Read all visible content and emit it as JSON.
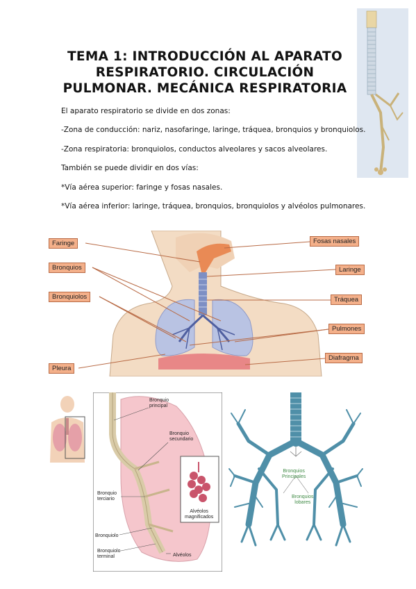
{
  "title": "TEMA 1: INTRODUCCIÓN AL APARATO RESPIRATORIO. CIRCULACIÓN PULMONAR. MECÁNICA RESPIRATORIA",
  "title_lines": [
    "TEMA 1: INTRODUCCIÓN AL APARATO",
    "RESPIRATORIO. CIRCULACIÓN",
    "PULMONAR. MECÁNICA RESPIRATORIA"
  ],
  "paragraphs": [
    "El aparato respiratorio se divide en dos zonas:",
    "-Zona de conducción: nariz, nasofaringe, laringe, tráquea, bronquios y bronquiolos.",
    "-Zona respiratoria: bronquiolos, conductos alveolares y sacos alveolares.",
    "También se puede dividir en dos vías:",
    "*Vía aérea superior: faringe y fosas nasales.",
    "*Vía aérea inferior: laringe, tráquea, bronquios, bronquiolos y alvéolos pulmonares."
  ],
  "diagram_labels": {
    "faringe": "Faringe",
    "bronquios": "Bronquios",
    "bronquiolos": "Bronquiolos",
    "pleura": "Pleura",
    "fosas_nasales": "Fosas nasales",
    "laringe": "Laringe",
    "traquea": "Tráquea",
    "pulmones": "Pulmones",
    "diafragma": "Diafragma"
  },
  "lung_labels": {
    "bronquio_principal": [
      "Bronquio",
      "principal"
    ],
    "bronquio_secundario": [
      "Bronquio",
      "secundario"
    ],
    "bronquio_terciario": [
      "Bronquio",
      "terciario"
    ],
    "bronquiolo": "Bronquiolo",
    "bronquiolo_terminal": [
      "Bronquiolo",
      "terminal"
    ],
    "alveolos": "Alvéolos",
    "alveolos_magnificados": [
      "Alvéolos",
      "magnificados"
    ]
  },
  "tree_labels": {
    "principales": [
      "Bronquios",
      "Principales"
    ],
    "lobares": [
      "Bronquios",
      "lobares"
    ]
  },
  "colors": {
    "label_fill": "#f4b08a",
    "skin": "#f3dcc4",
    "lung_blue": "#b9c3e3",
    "trachea": "#7d8fc4",
    "tree_blue": "#4f8fa8"
  }
}
